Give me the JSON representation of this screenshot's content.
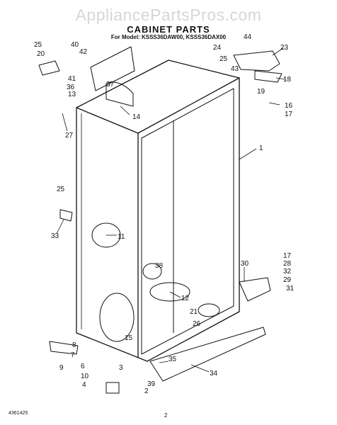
{
  "watermark": "AppliancePartsPros.com",
  "title": "CABINET PARTS",
  "subtitle": "For Model: KSSS36DAW00, KSSS36DAX00",
  "footer_code": "4361425",
  "page_number": "2",
  "callouts": [
    "25",
    "20",
    "40",
    "42",
    "41",
    "36",
    "13",
    "37",
    "24",
    "25",
    "44",
    "43",
    "23",
    "18",
    "19",
    "16",
    "17",
    "14",
    "27",
    "1",
    "25",
    "33",
    "11",
    "17",
    "28",
    "32",
    "29",
    "31",
    "30",
    "38",
    "12",
    "21",
    "26",
    "15",
    "8",
    "7",
    "9",
    "6",
    "10",
    "3",
    "4",
    "35",
    "39",
    "2",
    "34"
  ]
}
